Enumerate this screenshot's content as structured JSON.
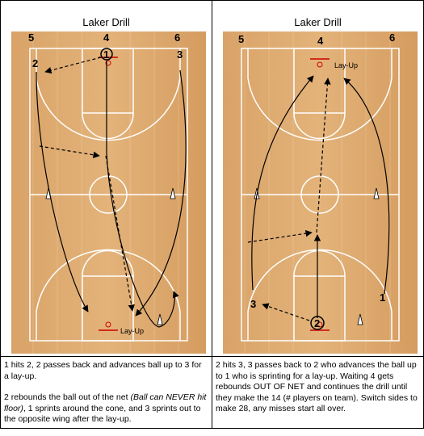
{
  "left": {
    "title": "Laker Drill",
    "players": {
      "p5": "5",
      "p4": "4",
      "p6": "6",
      "p1": "1",
      "p2": "2",
      "p3": "3"
    },
    "layup_label": "Lay-Up",
    "desc_p1": "1 hits 2, 2 passes back and advances ball up to 3 for a lay-up.",
    "desc_p2_a": "2 rebounds the ball out of the net ",
    "desc_p2_em": "(Ball can NEVER hit floor)",
    "desc_p2_b": ", 1 sprints around the cone, and 3 sprints out to the opposite wing after the lay-up."
  },
  "right": {
    "title": "Laker Drill",
    "players": {
      "p5": "5",
      "p4": "4",
      "p6": "6",
      "p3": "3",
      "p2": "2",
      "p1": "1"
    },
    "layup_label": "Lay-Up",
    "desc_p1": "2 hits 3, 3 passes back to 2 who advances the ball up to 1 who is sprinting for a lay-up. Waiting 4 gets rebounds OUT OF NET and continues the drill until they make the 14 (# players on team). Switch sides to make 28, any misses start all over."
  }
}
